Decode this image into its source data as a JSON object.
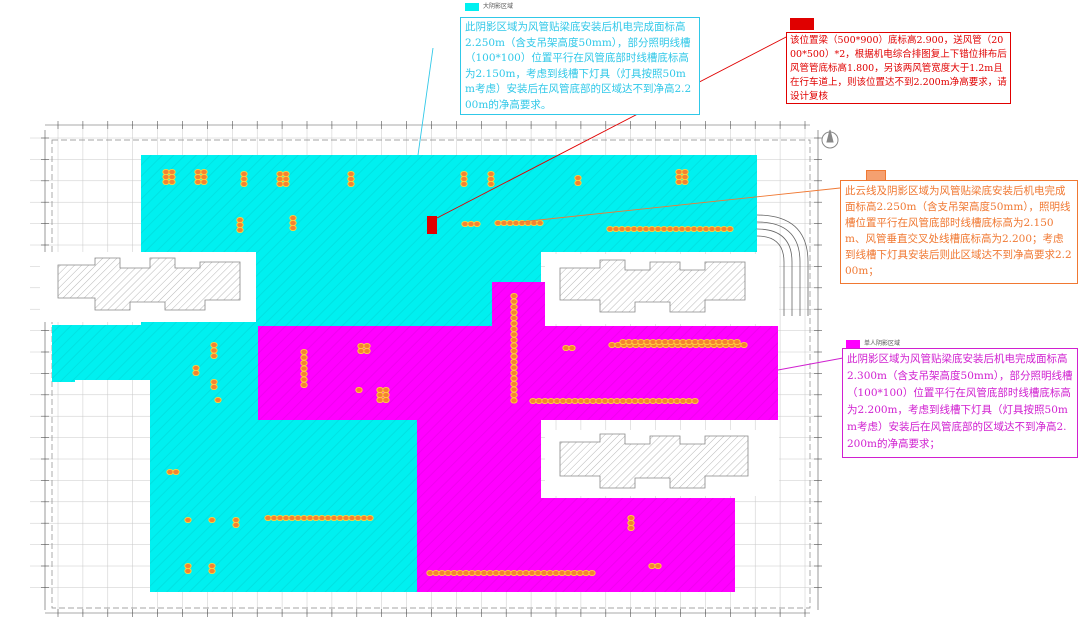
{
  "colors": {
    "cyan_zone": "#00f0f0",
    "magenta_zone": "#ff00ff",
    "duct": "#f58232",
    "duct_outline": "#ffd23c",
    "red_mark": "#e00000",
    "orange_note": "#f07832",
    "pink_note": "#d020d0",
    "cyan_note": "#30c8e8",
    "grid": "#c8c8c8",
    "building": "#909090"
  },
  "legend": {
    "cyan_label": "大阴影区域",
    "magenta_label": "单人阴影区域"
  },
  "notes": {
    "cyan": "此阴影区域为风管贴梁底安装后机电完成面标高2.250m（含支吊架高度50mm），部分照明线槽（100*100）位置平行在风管底部时线槽底标高为2.150m，考虑到线槽下灯具（灯具按照50mm考虑）安装后在风管底部的区域达不到净高2.200m的净高要求。",
    "red": "该位置梁（500*900）底标高2.900，送风管（2000*500）*2，根据机电综合排图复上下错位排布后风管管底标高1.800，另该两风管宽度大于1.2m且在行车道上，则该位置达不到2.200m净高要求，请设计复核",
    "orange": "此云线及阴影区域为风管贴梁底安装后机电完成面标高2.250m（含支吊架高度50mm），照明线槽位置平行在风管底部时线槽底标高为2.150m、风管垂直交叉处线槽底标高为2.200；考虑到线槽下灯具安装后则此区域达不到净高要求2.200m；",
    "pink": "此阴影区域为风管贴梁底安装后机电完成面标高2.300m（含支吊架高度50mm），部分照明线槽（100*100）位置平行在风管底部时线槽底标高为2.200m，考虑到线槽下灯具（灯具按照50mm考虑）安装后在风管底部的区域达不到净高2.200m的净高要求；"
  }
}
